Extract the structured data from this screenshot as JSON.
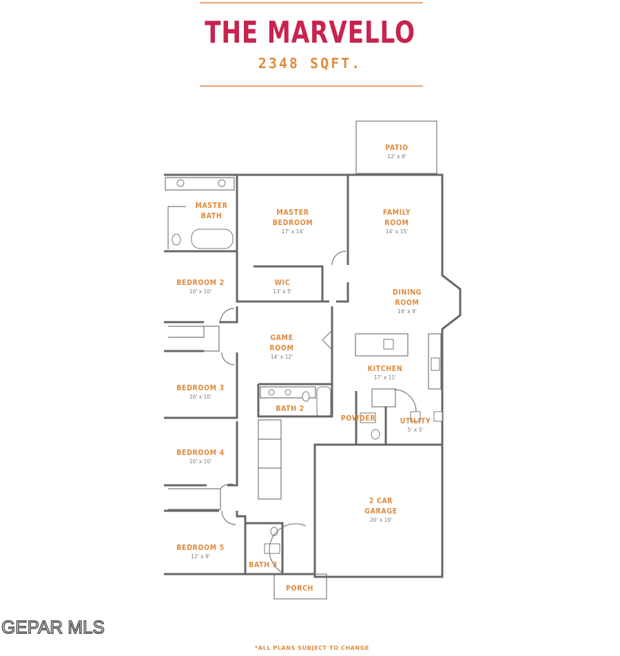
{
  "header": {
    "title": "THE MARVELLO",
    "sqft": "2348 SQFT."
  },
  "rooms": {
    "patio": {
      "name": "PATIO",
      "dim": "12' x 8'"
    },
    "master_bath": {
      "line1": "MASTER",
      "line2": "BATH"
    },
    "master_bedroom": {
      "line1": "MASTER",
      "line2": "BEDROOM",
      "dim": "17' x 14'"
    },
    "family_room": {
      "line1": "FAMILY",
      "line2": "ROOM",
      "dim": "14' x 15'"
    },
    "bedroom2": {
      "name": "BEDROOM 2",
      "dim": "10' x 10'"
    },
    "wic": {
      "name": "WIC",
      "dim": "13' x 5'"
    },
    "dining_room": {
      "line1": "DINING",
      "line2": "ROOM",
      "dim": "16' x 9'"
    },
    "game_room": {
      "line1": "GAME",
      "line2": "ROOM",
      "dim": "14' x 12'"
    },
    "kitchen": {
      "name": "KITCHEN",
      "dim": "17' x 11'"
    },
    "bedroom3": {
      "name": "BEDROOM 3",
      "dim": "10' x 10'"
    },
    "bath2": {
      "name": "BATH 2"
    },
    "powder": {
      "name": "POWDER"
    },
    "utility": {
      "name": "UTILITY",
      "dim": "5' x 5'"
    },
    "bedroom4": {
      "name": "BEDROOM 4",
      "dim": "10' x 10'"
    },
    "garage": {
      "line1": "2 CAR",
      "line2": "GARAGE",
      "dim": "20' x 19'"
    },
    "bedroom5": {
      "name": "BEDROOM 5",
      "dim": "12' x 9'"
    },
    "bath3": {
      "name": "BATH 3"
    },
    "porch": {
      "name": "PORCH"
    }
  },
  "watermark": "GEPAR MLS",
  "footnote": "*ALL PLANS SUBJECT TO CHANGE",
  "colors": {
    "title": "#c8234e",
    "accent": "#e08a3c",
    "wall": "#666666"
  }
}
